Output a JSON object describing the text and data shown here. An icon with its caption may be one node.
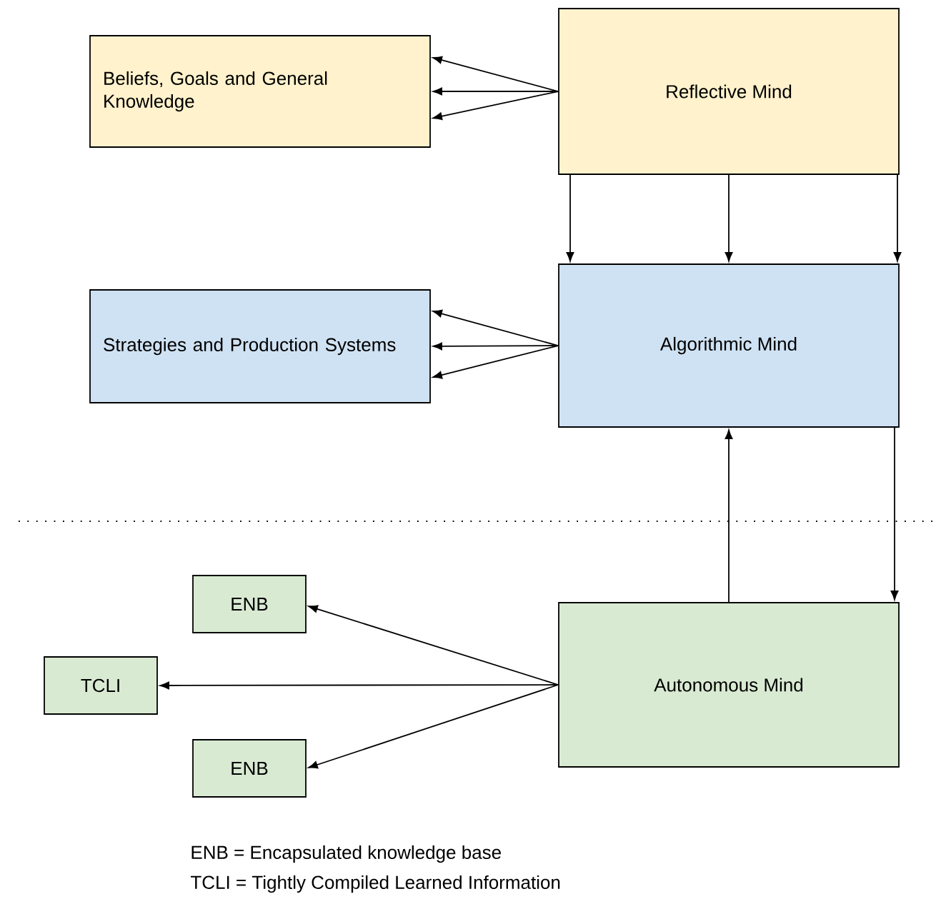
{
  "diagram": {
    "nodes": [
      {
        "text": [
          "Beliefs, Goals and General Knowledge"
        ]
      },
      {
        "text": [
          "Reflective Mind"
        ]
      },
      {
        "text": [
          "Strategies and Production Systems"
        ]
      },
      {
        "text": [
          "Algorithmic Mind"
        ]
      },
      {
        "text": [
          "ENB"
        ]
      },
      {
        "text": [
          "TCLI"
        ]
      },
      {
        "text": [
          "Autonomous Mind"
        ]
      },
      {
        "text": [
          "ENB"
        ]
      }
    ],
    "edges": [
      {
        "from": 1,
        "to": 0,
        "arrow": "to"
      },
      {
        "from": 1,
        "to": 0,
        "arrow": "to"
      },
      {
        "from": 1,
        "to": 0,
        "arrow": "to"
      },
      {
        "from": 1,
        "to": 3,
        "arrow": "to"
      },
      {
        "from": 1,
        "to": 3,
        "arrow": "to"
      },
      {
        "from": 1,
        "to": 3,
        "arrow": "to"
      },
      {
        "from": 3,
        "to": 2,
        "arrow": "to"
      },
      {
        "from": 3,
        "to": 2,
        "arrow": "to"
      },
      {
        "from": 3,
        "to": 2,
        "arrow": "to"
      },
      {
        "from": 6,
        "to": 3,
        "arrow": "to"
      },
      {
        "from": 3,
        "to": 6,
        "arrow": "to"
      },
      {
        "from": 6,
        "to": 4,
        "arrow": "to"
      },
      {
        "from": 6,
        "to": 5,
        "arrow": "to"
      },
      {
        "from": 6,
        "to": 7,
        "arrow": "to"
      }
    ],
    "labels": [
      "ENB = Encapsulated knowledge base",
      "TCLI = Tightly Compiled Learned Information"
    ]
  }
}
